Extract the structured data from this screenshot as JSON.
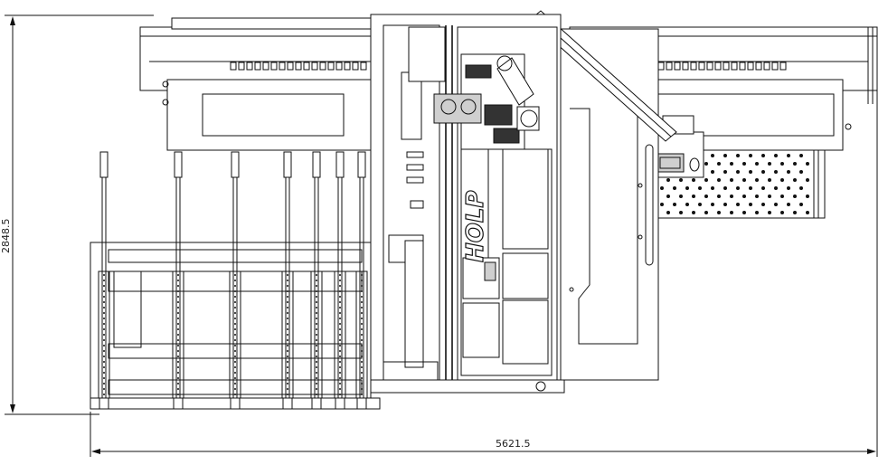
{
  "drawing": {
    "dimensions": {
      "height_label": "2848.5",
      "width_label": "5621.5"
    },
    "brand_text": "HOLP",
    "colors": {
      "line": "#111111",
      "background": "#ffffff",
      "panel_fill": "#cfcfcf"
    }
  }
}
